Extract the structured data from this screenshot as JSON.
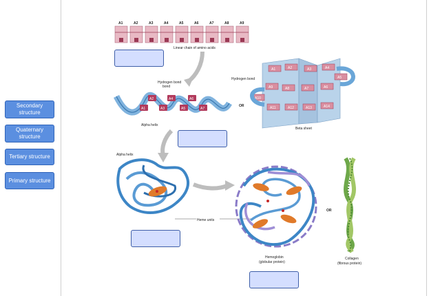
{
  "label_bank": [
    {
      "label": "Secondary structure"
    },
    {
      "label": "Quaternary structure"
    },
    {
      "label": "Tertiary structure"
    },
    {
      "label": "Primary structure"
    }
  ],
  "figure": {
    "amino_acid_labels": [
      "A1",
      "A2",
      "A3",
      "A4",
      "A5",
      "A6",
      "A7",
      "A8",
      "A9"
    ],
    "linear_chain_caption": "Linear chain of amino acids",
    "hydrogen_bond_label": "Hydrogen bond",
    "hydrogen_bond_label_2": "Hydrogen bond",
    "alpha_helix_caption": "Alpha helix",
    "alpha_helix_residues": [
      "A1",
      "A2",
      "A3",
      "A4",
      "A5",
      "A6",
      "A7"
    ],
    "or_label_1": "OR",
    "beta_sheet_caption": "Beta sheet",
    "beta_sheet_residues": [
      "A1",
      "A2",
      "A3",
      "A4",
      "A5",
      "A6",
      "A7",
      "A8",
      "A9",
      "A10",
      "A11",
      "A12",
      "A13",
      "A14"
    ],
    "alpha_helix_label_2": "Alpha helix",
    "heme_units_label": "Heme units",
    "or_label_2": "OR",
    "hemoglobin_caption_1": "Hemoglobin",
    "hemoglobin_caption_2": "(globular protein)",
    "collagen_caption_1": "Collagen",
    "collagen_caption_2": "(fibrous protein)"
  },
  "colors": {
    "label_fill": "#5b8fe0",
    "drop_fill": "#d4deff",
    "amino_box": "#e8b9c4",
    "helix_blue": "#6aa6d8",
    "sheet_pink": "#d98ea0"
  }
}
